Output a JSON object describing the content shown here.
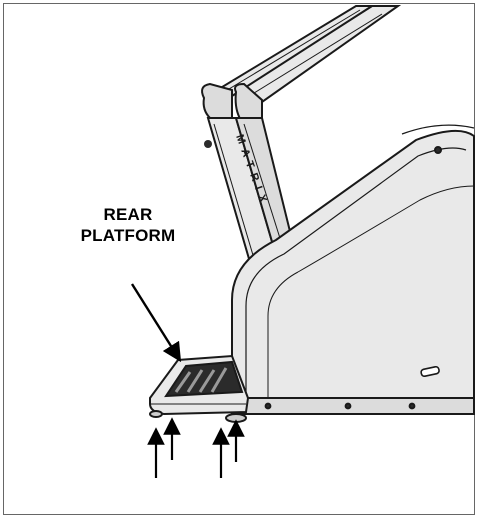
{
  "callout": {
    "line1": "REAR",
    "line2": "PLATFORM"
  },
  "brand_text": "MATRIX",
  "colors": {
    "stroke": "#1a1a1a",
    "body_fill": "#e9e9e9",
    "shadow_fill": "#cfcfcf",
    "dark_fill": "#2b2b2b",
    "frame": "#666666"
  },
  "icons": [
    "arrow-up-icon",
    "arrow-diagonal-icon"
  ]
}
